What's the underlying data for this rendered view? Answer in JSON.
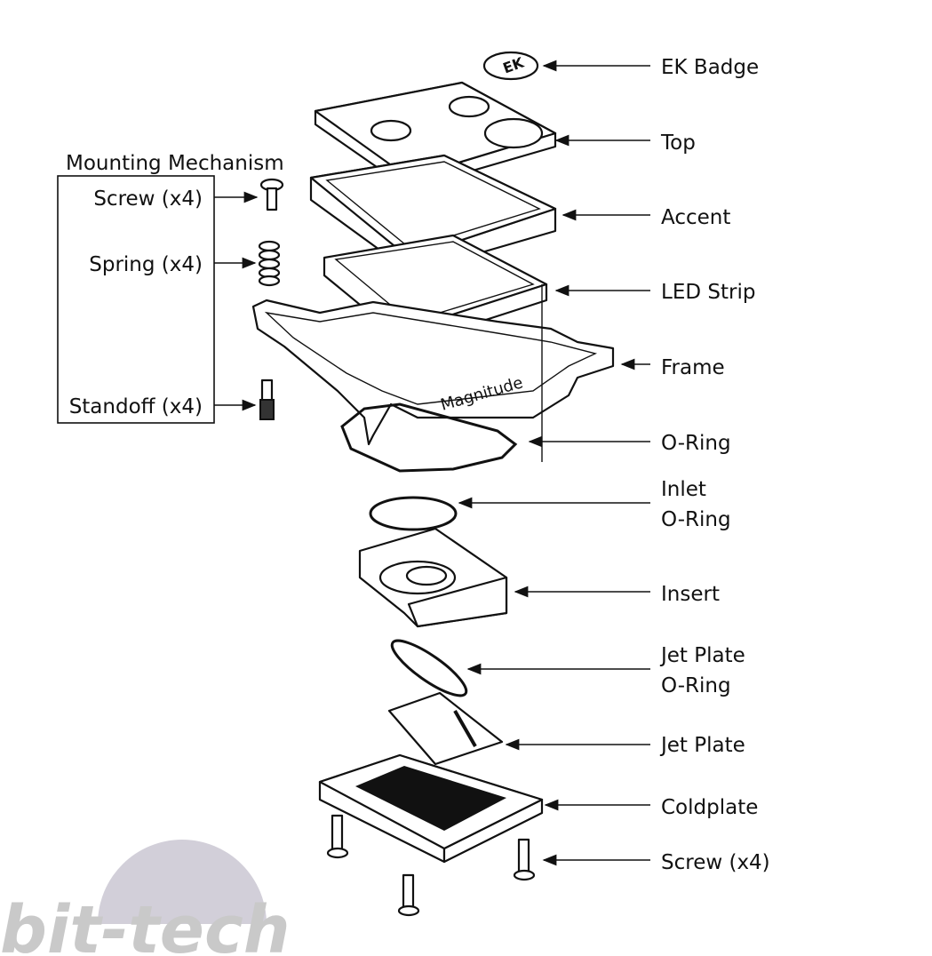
{
  "mounting_box": {
    "title": "Mounting Mechanism",
    "items": [
      {
        "label": "Screw (x4)"
      },
      {
        "label": "Spring (x4)"
      },
      {
        "label": "Standoff (x4)"
      }
    ]
  },
  "parts": [
    {
      "label": "EK Badge"
    },
    {
      "label": "Top"
    },
    {
      "label": "Accent"
    },
    {
      "label": "LED Strip"
    },
    {
      "label": "Frame"
    },
    {
      "label": "O-Ring"
    },
    {
      "label_lines": [
        "Inlet",
        "O-Ring"
      ]
    },
    {
      "label": "Insert"
    },
    {
      "label_lines": [
        "Jet Plate",
        "O-Ring"
      ]
    },
    {
      "label": "Jet Plate"
    },
    {
      "label": "Coldplate"
    },
    {
      "label": "Screw (x4)"
    }
  ],
  "frame_branding": "Magnitude",
  "watermark": "bit-tech",
  "colors": {
    "ink": "#111111",
    "watermark_circle": "#d2cfd9",
    "watermark_text": "#c9c9c9"
  }
}
